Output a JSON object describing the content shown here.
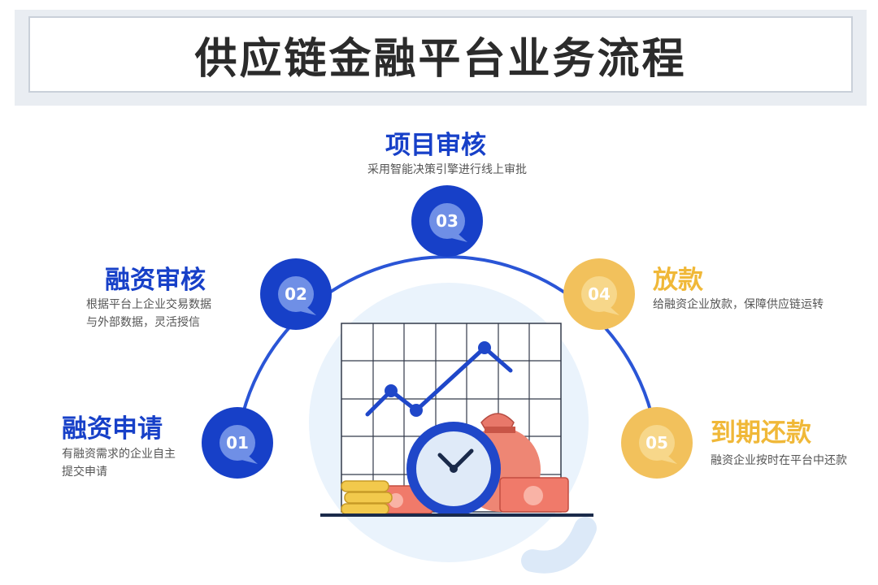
{
  "header": {
    "title": "供应链金融平台业务流程"
  },
  "steps": [
    {
      "num": "01",
      "title": "融资申请",
      "desc": "有融资需求的企业自主\n提交申请",
      "theme": "blue"
    },
    {
      "num": "02",
      "title": "融资审核",
      "desc": "根据平台上企业交易数据\n与外部数据，灵活授信",
      "theme": "blue"
    },
    {
      "num": "03",
      "title": "项目审核",
      "desc": "采用智能决策引擎进行线上审批",
      "theme": "blue"
    },
    {
      "num": "04",
      "title": "放款",
      "desc": "给融资企业放款，保障供应链运转",
      "theme": "gold"
    },
    {
      "num": "05",
      "title": "到期还款",
      "desc": "融资企业按时在平台中还款",
      "theme": "gold"
    }
  ],
  "colors": {
    "blue": "#1740c8",
    "gold": "#f0b838",
    "arc": "#2a55d6"
  },
  "illustration": {
    "icons": [
      "grid-chart-icon",
      "trend-line-icon",
      "clock-icon",
      "money-bag-icon",
      "coin-stack-icon",
      "banknote-icon"
    ]
  }
}
